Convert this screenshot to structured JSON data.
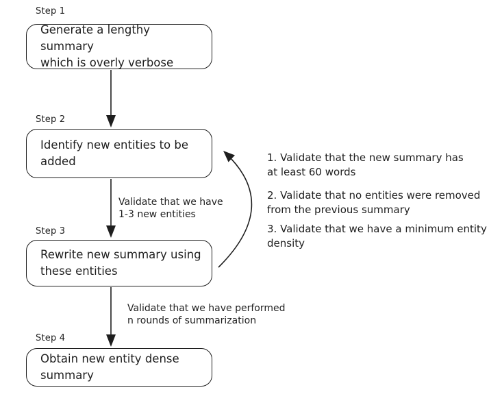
{
  "diagram": {
    "background_color": "#ffffff",
    "stroke_color": "#1e1e1e",
    "steps": [
      {
        "label": "Step 1",
        "lines": [
          "Generate a lengthy summary",
          "which is overly verbose"
        ]
      },
      {
        "label": "Step 2",
        "lines": [
          "Identify new entities to be",
          "added"
        ]
      },
      {
        "label": "Step 3",
        "lines": [
          "Rewrite new summary using",
          "these entities"
        ]
      },
      {
        "label": "Step 4",
        "lines": [
          "Obtain new entity dense",
          "summary"
        ]
      }
    ],
    "edge_labels": [
      {
        "lines": [
          "Validate that we have",
          "1-3 new entities"
        ]
      },
      {
        "lines": [
          "Validate that we have performed",
          "n rounds of summarization"
        ]
      }
    ],
    "loop_annotations": [
      {
        "lines": [
          "1. Validate that the new summary has",
          "at least 60 words"
        ]
      },
      {
        "lines": [
          "2. Validate that no entities were removed",
          "from the previous summary"
        ]
      },
      {
        "lines": [
          "3. Validate that we have a minimum entity",
          "density"
        ]
      }
    ]
  }
}
